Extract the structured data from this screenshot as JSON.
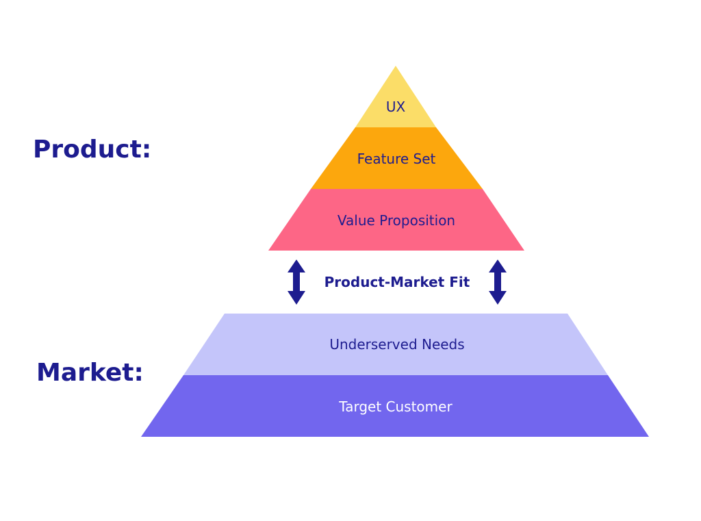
{
  "labels": {
    "product": "Product:",
    "market": "Market:",
    "fit": "Product-Market Fit"
  },
  "product_layers": [
    {
      "label": "UX",
      "color": "#fbdd68"
    },
    {
      "label": "Feature Set",
      "color": "#fca70d"
    },
    {
      "label": "Value Proposition",
      "color": "#fd6686"
    }
  ],
  "market_layers": [
    {
      "label": "Underserved Needs",
      "color": "#c4c5fa"
    },
    {
      "label": "Target Customer",
      "color": "#7266ee"
    }
  ],
  "colors": {
    "text": "#1d1c8f",
    "arrow": "#1d1c8f",
    "light_text": "#ffffff"
  }
}
